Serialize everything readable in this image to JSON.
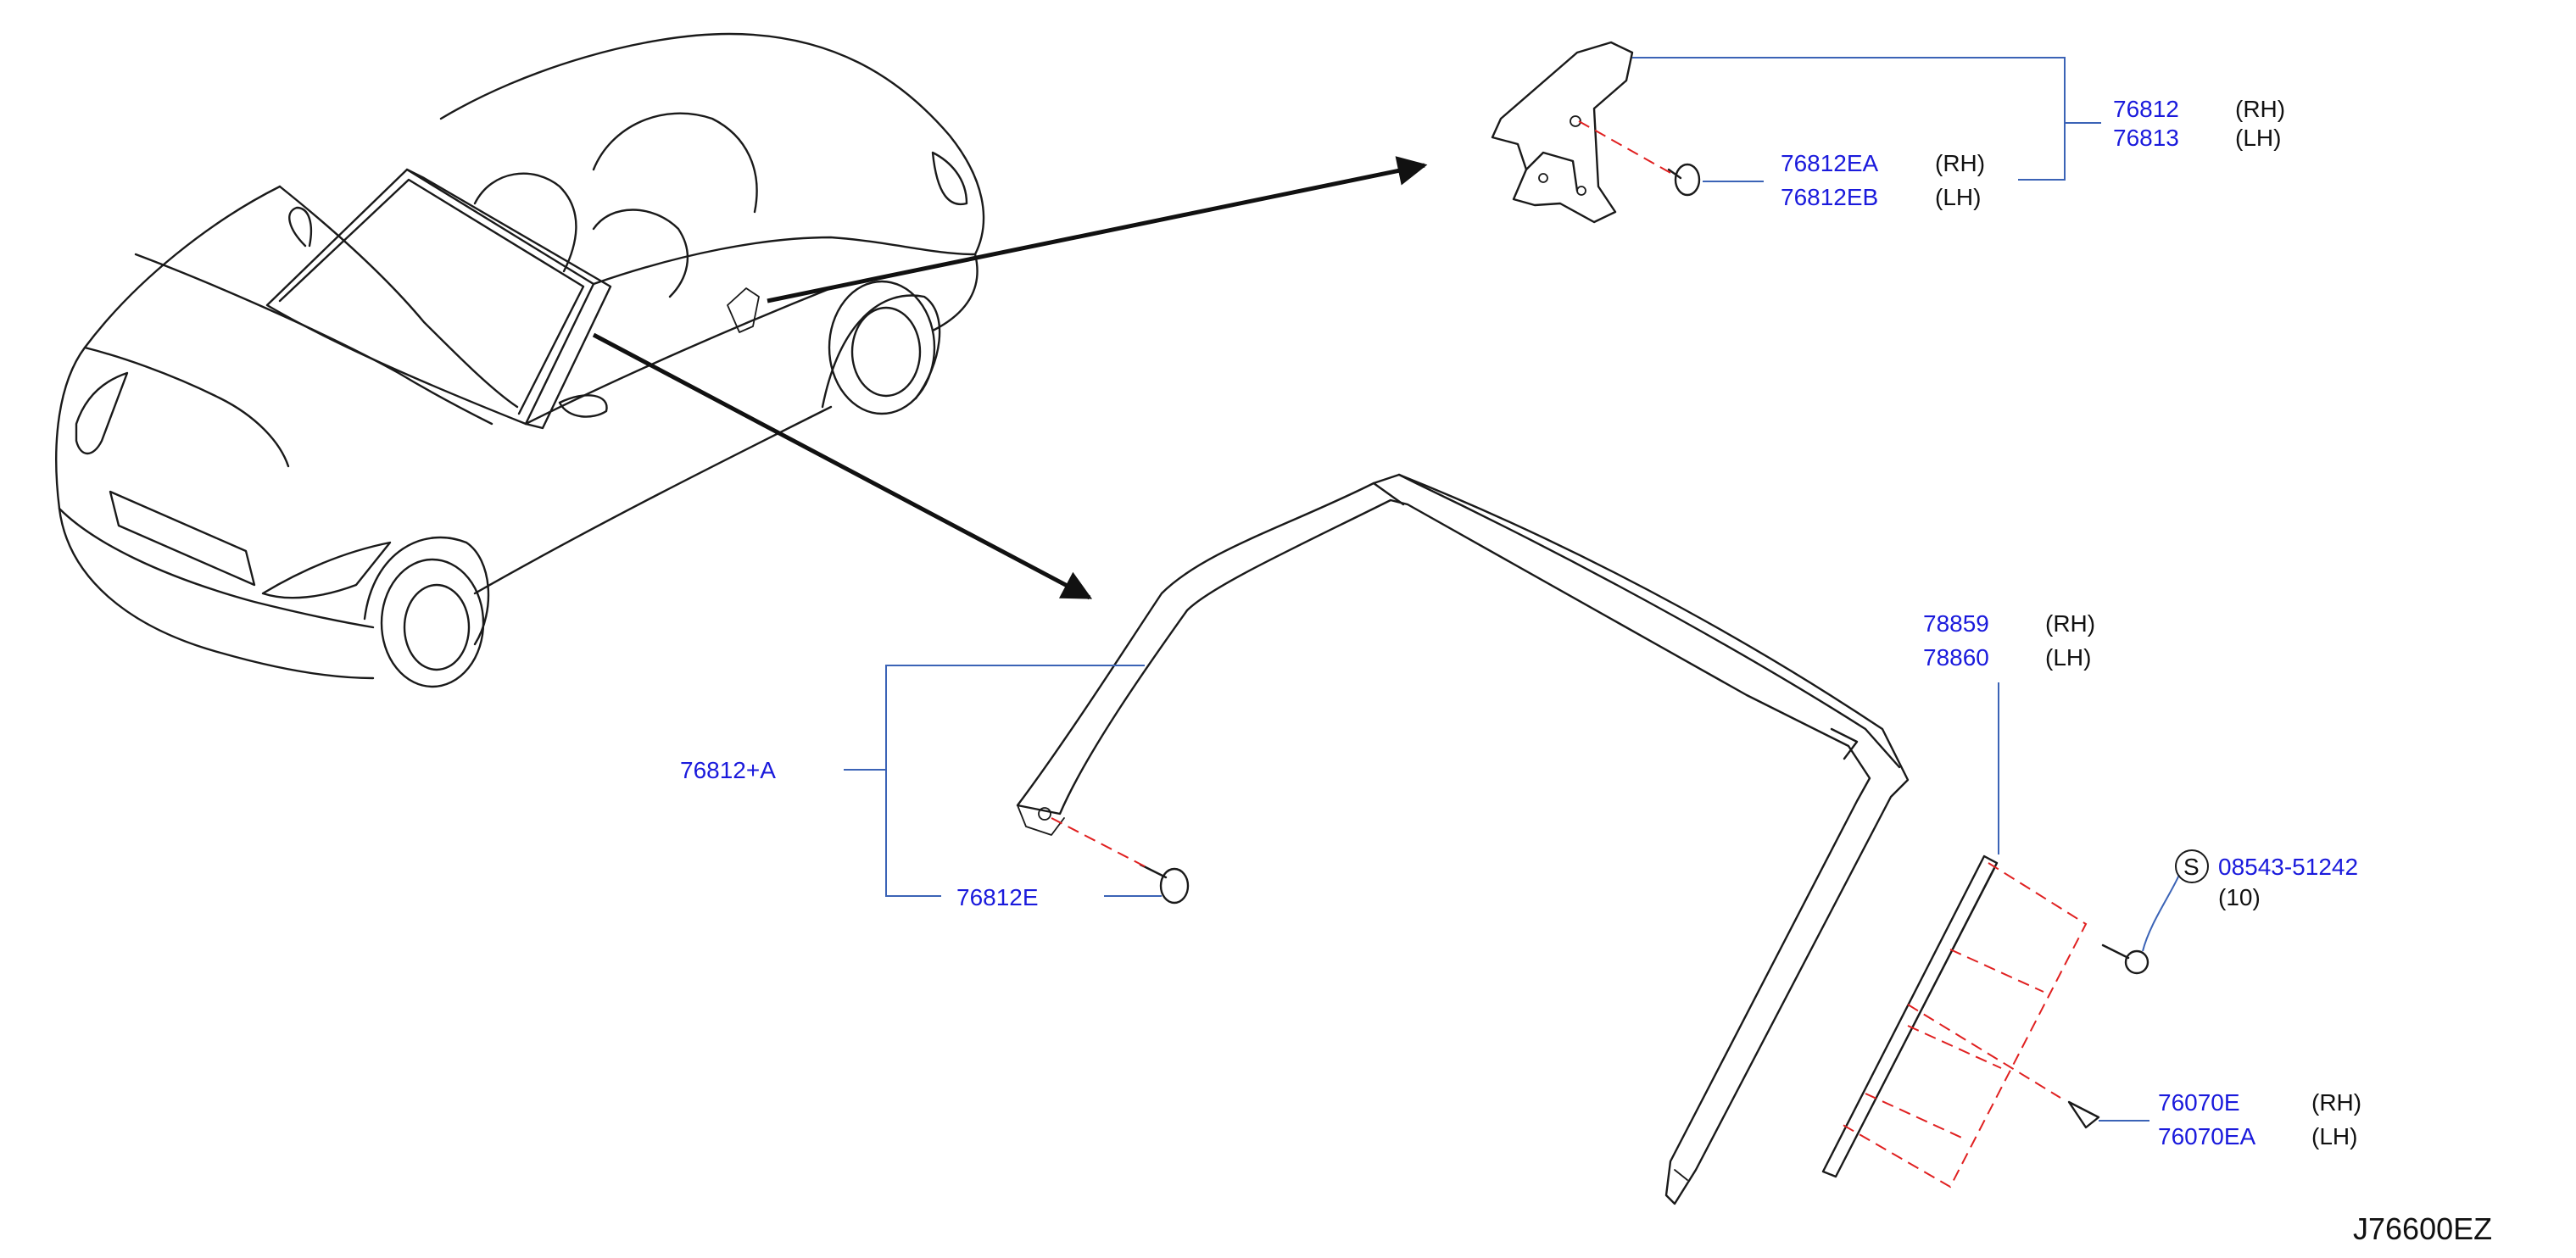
{
  "diagram_code": "J76600EZ",
  "colors": {
    "callout_text": "#1a1adc",
    "leader_line": "#3b63b6",
    "fastener_dash": "#e02020",
    "line_art": "#1a1a1a"
  },
  "parts": [
    {
      "number": "76812",
      "side": "(RH)"
    },
    {
      "number": "76813",
      "side": "(LH)"
    },
    {
      "number": "76812EA",
      "side": "(RH)"
    },
    {
      "number": "76812EB",
      "side": "(LH)"
    },
    {
      "number": "78859",
      "side": "(RH)"
    },
    {
      "number": "78860",
      "side": "(LH)"
    },
    {
      "number": "76812+A",
      "side": ""
    },
    {
      "number": "76812E",
      "side": ""
    },
    {
      "number": "08543-51242",
      "side": "",
      "symbol": "S",
      "qty": "(10)"
    },
    {
      "number": "76070E",
      "side": "(RH)"
    },
    {
      "number": "76070EA",
      "side": "(LH)"
    }
  ]
}
